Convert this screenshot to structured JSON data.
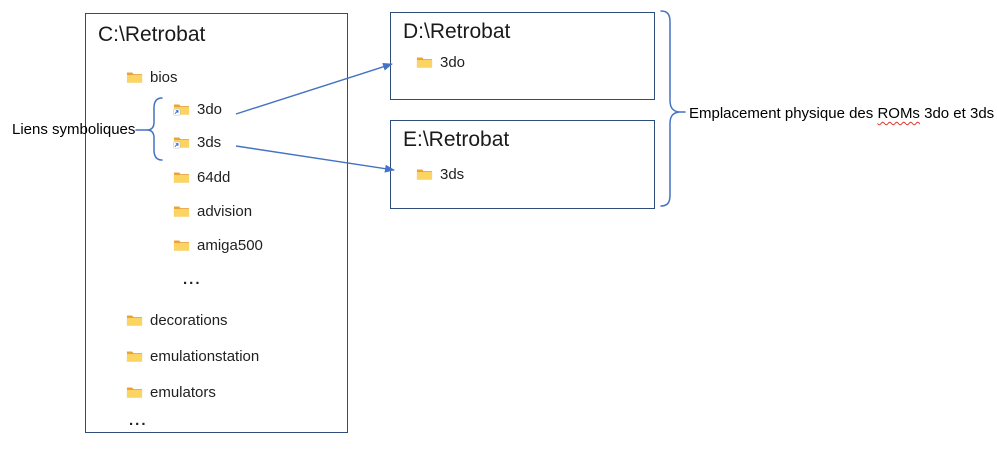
{
  "c_box": {
    "title": "C:\\Retrobat",
    "items": [
      {
        "label": "bios"
      },
      {
        "label": "3do"
      },
      {
        "label": "3ds"
      },
      {
        "label": "64dd"
      },
      {
        "label": "advision"
      },
      {
        "label": "amiga500"
      },
      {
        "label": "..."
      },
      {
        "label": "decorations"
      },
      {
        "label": "emulationstation"
      },
      {
        "label": "emulators"
      },
      {
        "label": "..."
      }
    ]
  },
  "d_box": {
    "title": "D:\\Retrobat",
    "items": [
      {
        "label": "3do"
      }
    ]
  },
  "e_box": {
    "title": "E:\\Retrobat",
    "items": [
      {
        "label": "3ds"
      }
    ]
  },
  "annotations": {
    "symlink_label": "Liens symboliques",
    "physical_location_prefix": "Emplacement physique des ",
    "physical_location_highlighted": "ROMs",
    "physical_location_suffix": " 3do et 3ds"
  },
  "icons": {
    "folder": "folder-icon",
    "folder_shortcut": "shortcut-folder-icon"
  },
  "colors": {
    "box_border": "#2E4D7B",
    "connector_blue": "#4472C4",
    "folder_back": "#E8A33D",
    "folder_front": "#FCD462",
    "shortcut_overlay_arrow": "#2F6BD8",
    "spellcheck_squiggle": "#E0352B",
    "text": "#1A1A1A"
  }
}
